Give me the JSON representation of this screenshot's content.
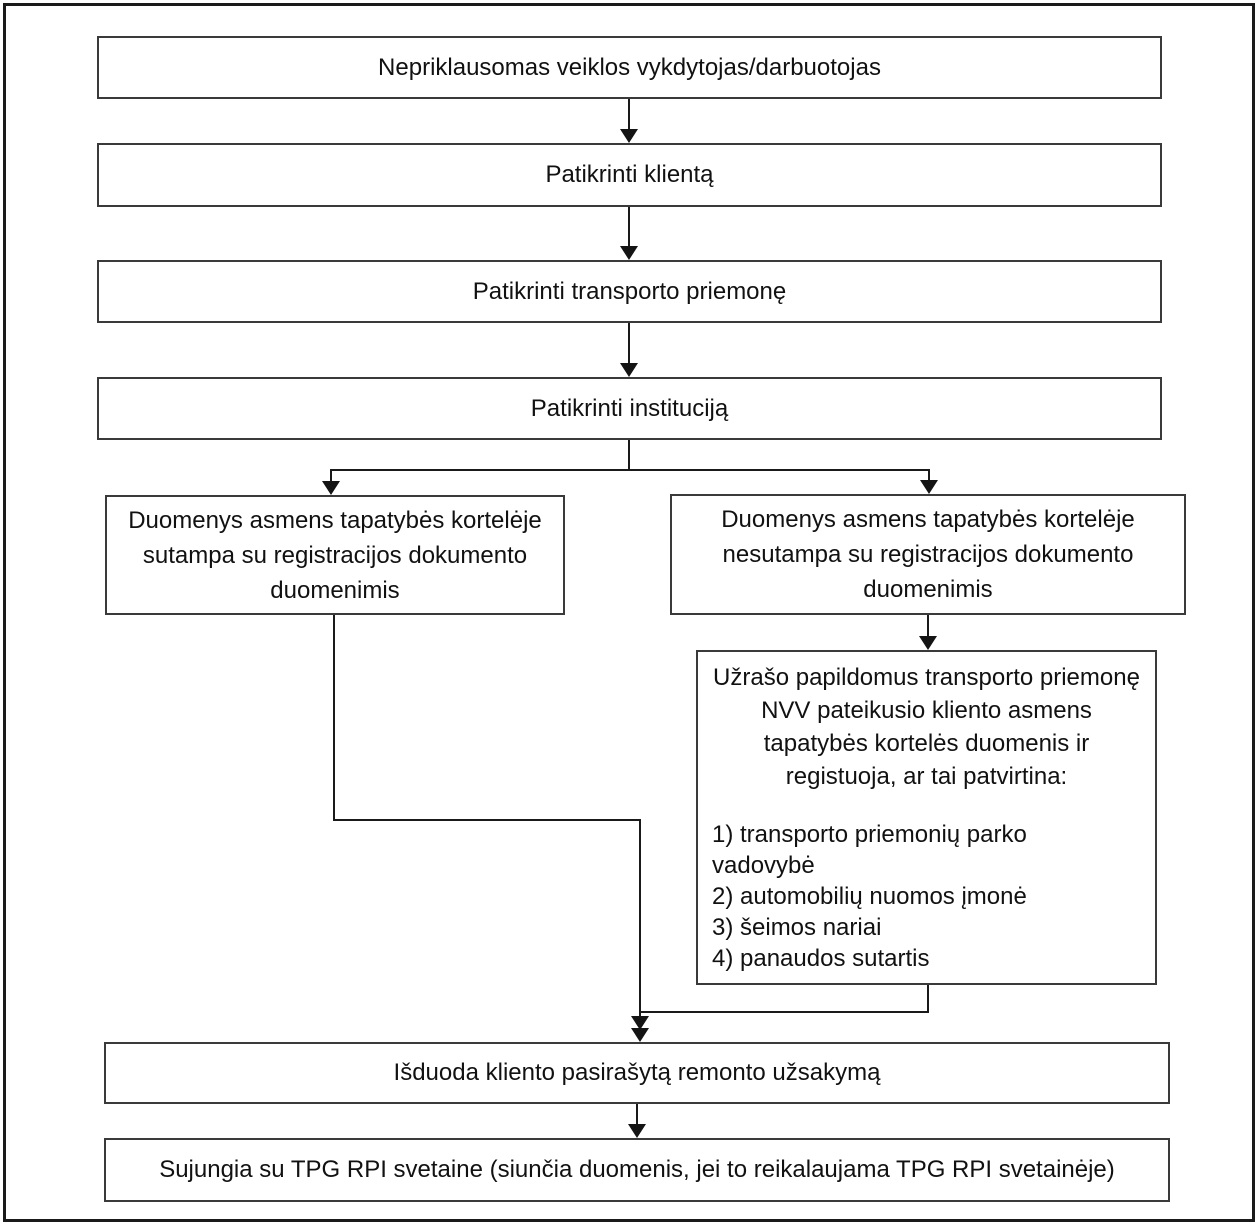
{
  "page": {
    "background_color": "#ffffff",
    "line_color": "#1a1a1a",
    "border_color": "#1a1a1a"
  },
  "flowchart": {
    "nodes": {
      "start": "Nepriklausomas veiklos vykdytojas/darbuotojas",
      "check_client": "Patikrinti klientą",
      "check_vehicle": "Patikrinti transporto priemonę",
      "check_institution": "Patikrinti instituciją",
      "data_match": "Duomenys asmens tapatybės kortelėje sutampa su registracijos dokumento duomenimis",
      "data_mismatch": "Duomenys asmens tapatybės kortelėje nesutampa su registracijos dokumento duomenimis",
      "record_extra": {
        "intro": "Užrašo papildomus transporto priemonę NVV pateikusio kliento asmens tapatybės kortelės duomenis ir registuoja, ar tai patvirtina:",
        "items": [
          "1) transporto priemonių parko vadovybė",
          "2) automobilių nuomos įmonė",
          "3) šeimos nariai",
          "4) panaudos sutartis"
        ]
      },
      "issue_order": "Išduoda kliento pasirašytą remonto užsakymą",
      "connect_site": "Sujungia su TPG RPI svetaine (siunčia duomenis, jei to reikalaujama TPG RPI svetainėje)"
    }
  }
}
